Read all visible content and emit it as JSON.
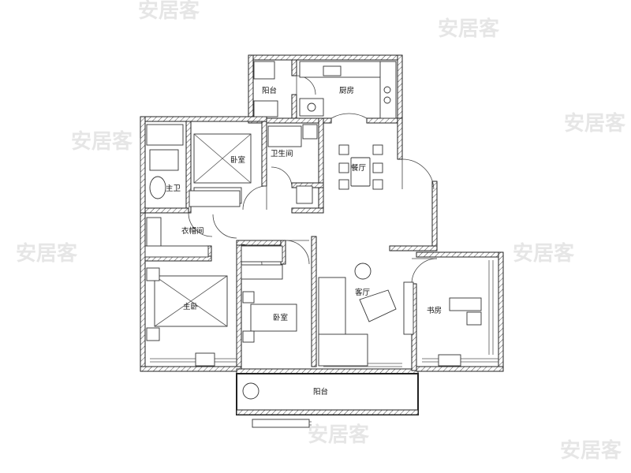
{
  "rooms": {
    "balcony_north": "阳台",
    "kitchen": "厨房",
    "bedroom_1": "卧室",
    "bathroom": "卫生间",
    "dining": "餐厅",
    "master_bath": "主卫",
    "cloakroom": "衣帽间",
    "master_bedroom": "主卧",
    "bedroom_2": "卧室",
    "living": "客厅",
    "study": "书房",
    "balcony_south": "阳台"
  },
  "watermark": "安居客"
}
